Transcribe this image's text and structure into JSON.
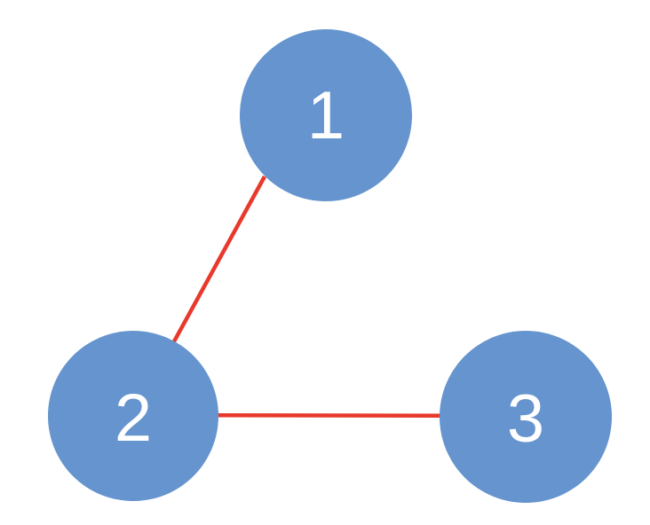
{
  "graph": {
    "type": "node-link-diagram",
    "nodes": [
      {
        "id": "1",
        "label": "1"
      },
      {
        "id": "2",
        "label": "2"
      },
      {
        "id": "3",
        "label": "3"
      }
    ],
    "edges": [
      {
        "from": "2",
        "to": "1"
      },
      {
        "from": "2",
        "to": "3"
      }
    ],
    "colors": {
      "node_fill": "#6594ce",
      "edge_stroke": "#e8392c",
      "label_color": "#ffffff",
      "background": "#ffffff"
    }
  }
}
